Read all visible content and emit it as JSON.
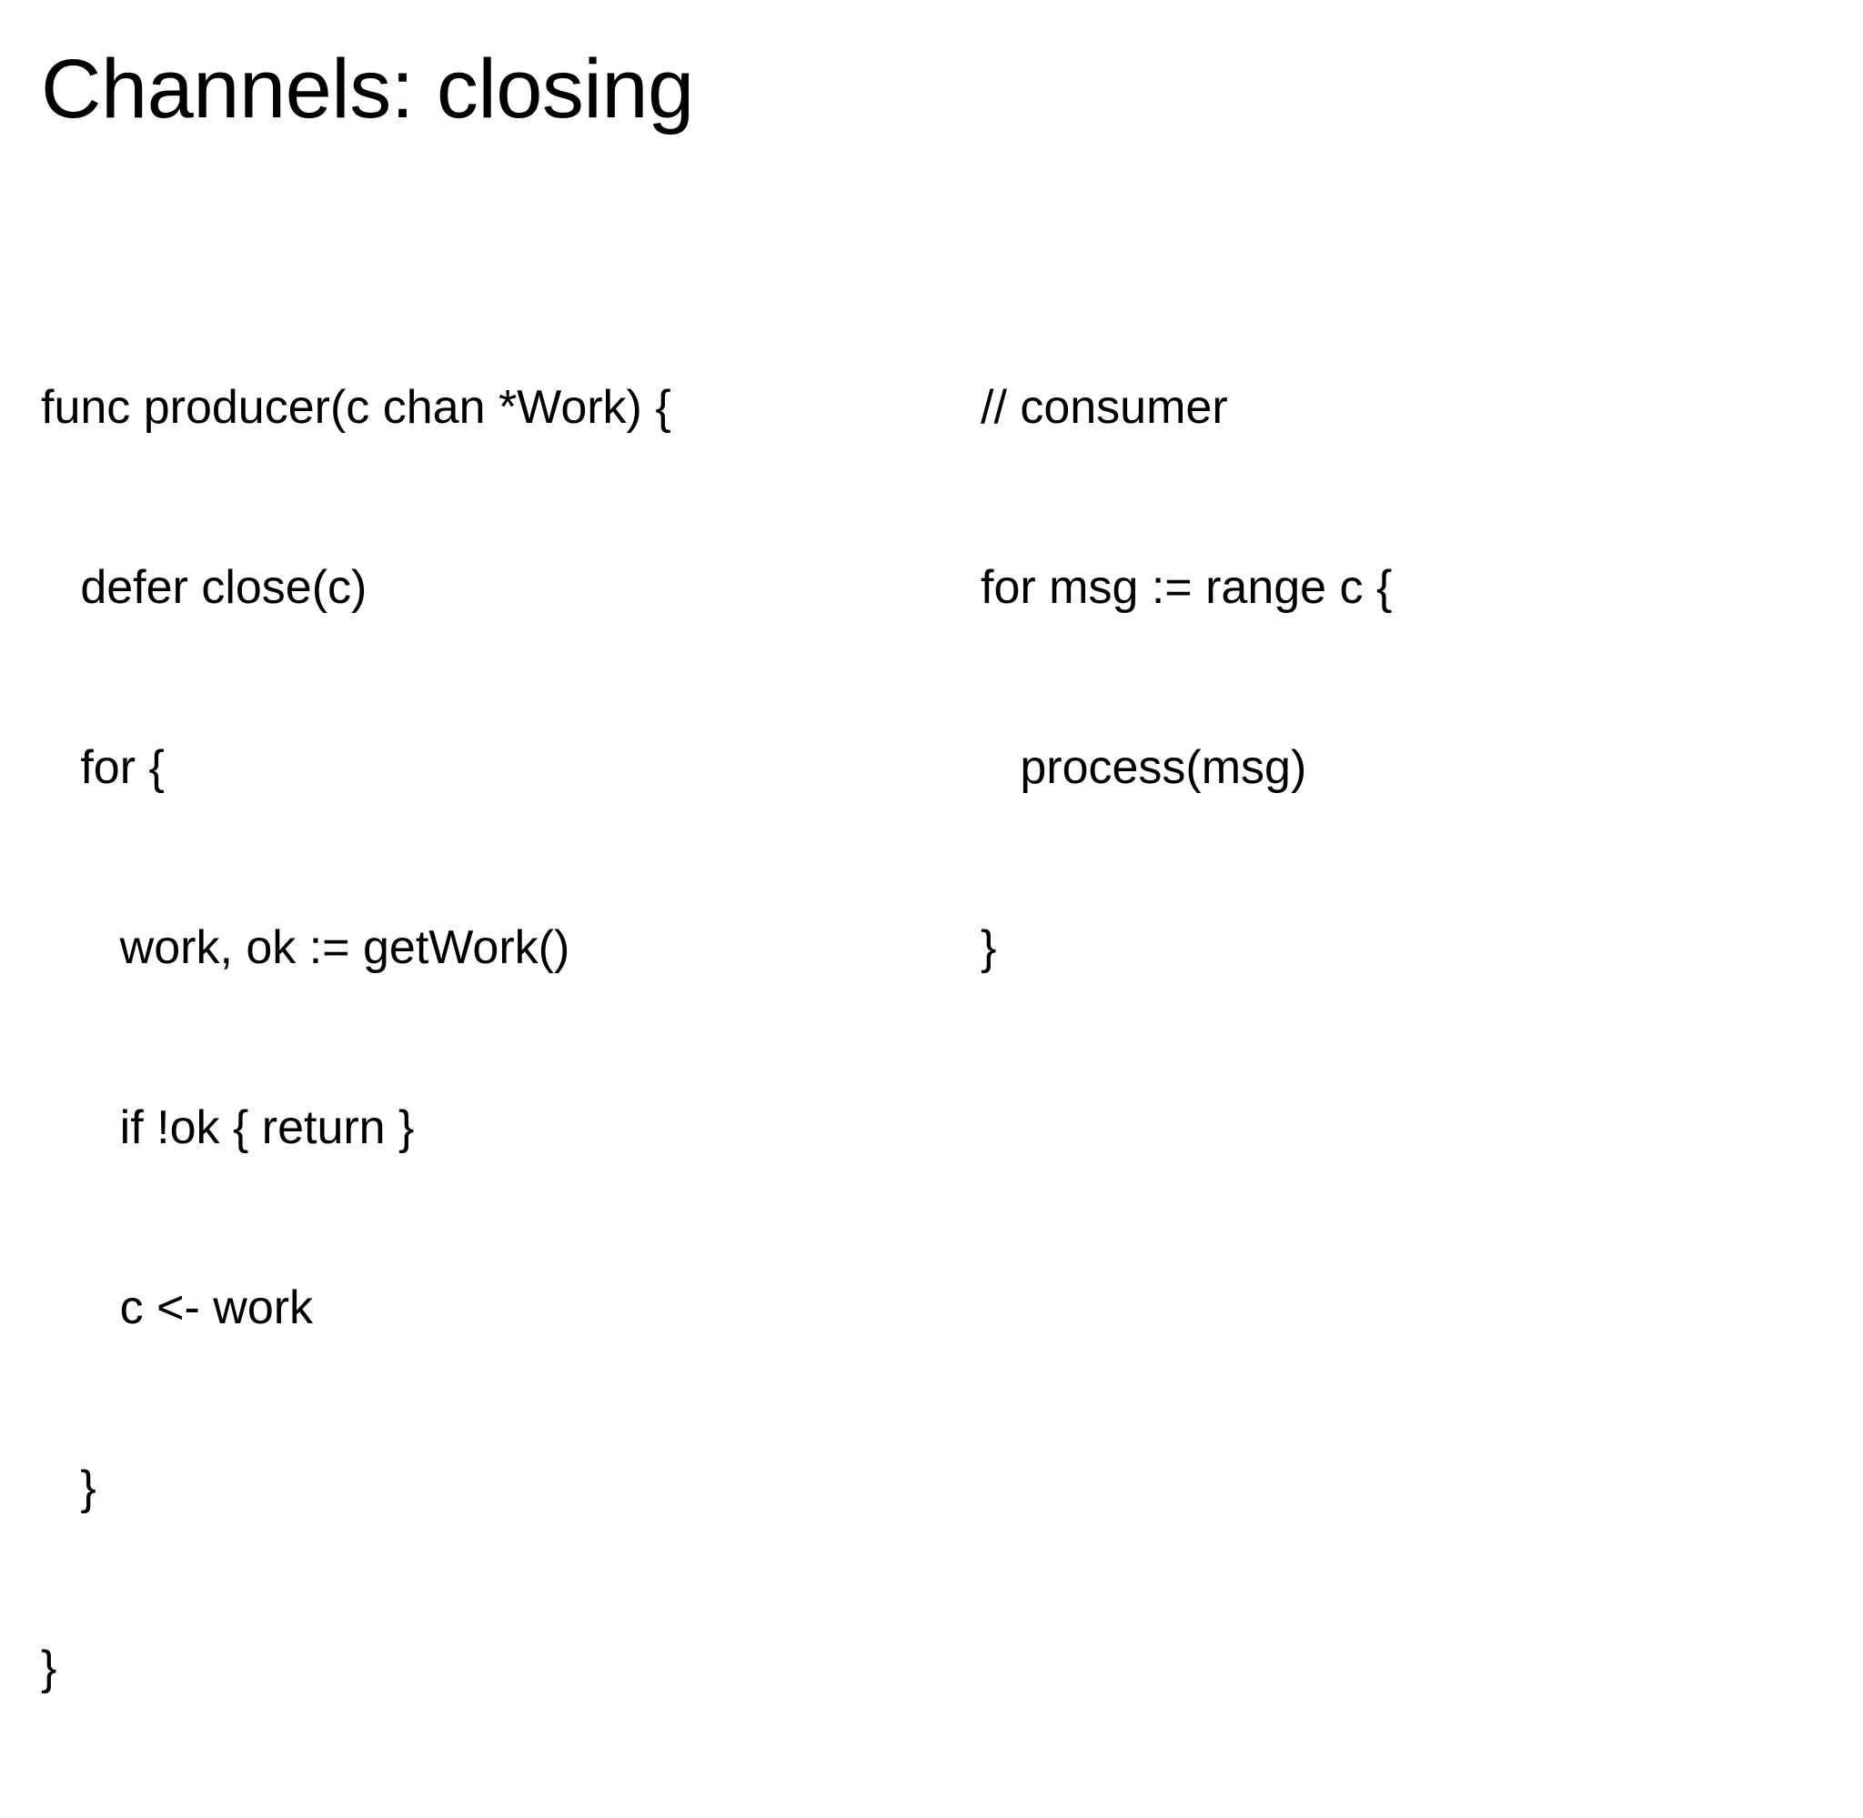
{
  "slide": {
    "title": "Channels: closing",
    "background_color": "#ffffff",
    "text_color": "#000000"
  },
  "code_blocks": {
    "producer": {
      "name": "producer-code-block",
      "lines": [
        "func producer(c chan *Work) {",
        "   defer close(c)",
        "   for {",
        "      work, ok := getWork()",
        "      if !ok { return }",
        "      c <- work",
        "   }",
        "}"
      ]
    },
    "consumer": {
      "name": "consumer-code-block",
      "lines": [
        "// consumer",
        "for msg := range c {",
        "   process(msg)",
        "}"
      ]
    }
  }
}
